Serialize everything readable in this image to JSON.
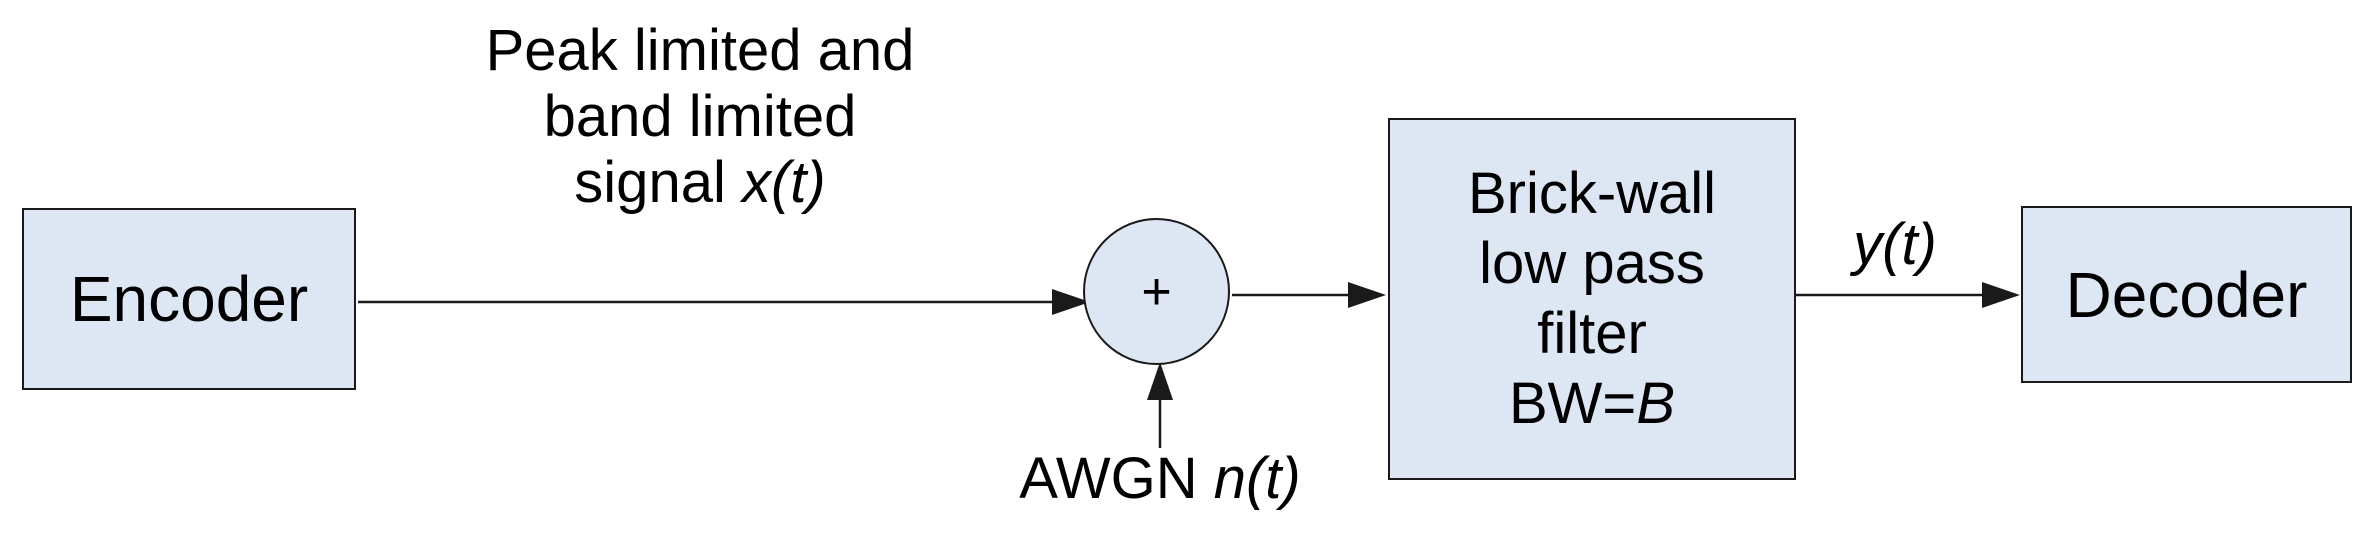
{
  "blocks": {
    "encoder": "Encoder",
    "decoder": "Decoder",
    "filter": {
      "line1": "Brick-wall",
      "line2": "low pass",
      "line3": "filter",
      "line4_prefix": "BW=",
      "line4_var": "B"
    }
  },
  "summer": {
    "symbol": "+"
  },
  "labels": {
    "signal_line1": "Peak limited and",
    "signal_line2": "band limited",
    "signal_line3_prefix": "signal ",
    "signal_line3_var": "x(t)",
    "noise_prefix": "AWGN ",
    "noise_var": "n(t)",
    "output_var": "y(t)"
  },
  "colors": {
    "block_fill": "#dde6f3",
    "stroke": "#1a1a1a",
    "background": "#ffffff"
  }
}
